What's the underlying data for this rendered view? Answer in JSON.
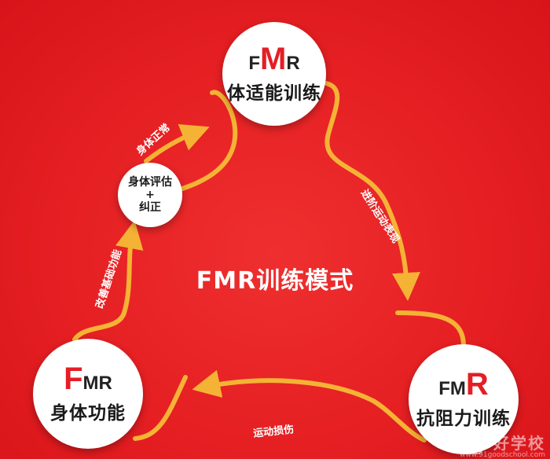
{
  "center_title": "FMR训练模式",
  "nodes": {
    "top": {
      "f": "F",
      "m": "M",
      "r": "R",
      "name": "体适能训练"
    },
    "left": {
      "f": "F",
      "m": "M",
      "r": "R",
      "name": "身体功能"
    },
    "right": {
      "f": "F",
      "m": "M",
      "r": "R",
      "name": "抗阻力训练"
    },
    "small": {
      "line1": "身体评估",
      "line2": "+",
      "line3": "纠正"
    }
  },
  "arrow_labels": {
    "top_to_right": "进阶运动表现",
    "small_to_top": "身体正常",
    "left_to_small": "改善基础功能",
    "right_to_left": "运动损伤"
  },
  "watermark": {
    "text": "好学校",
    "url": "www.91goodschool.com"
  },
  "colors": {
    "background": "#e51f22",
    "arrow": "#f5b335",
    "highlight": "#e41e26"
  }
}
